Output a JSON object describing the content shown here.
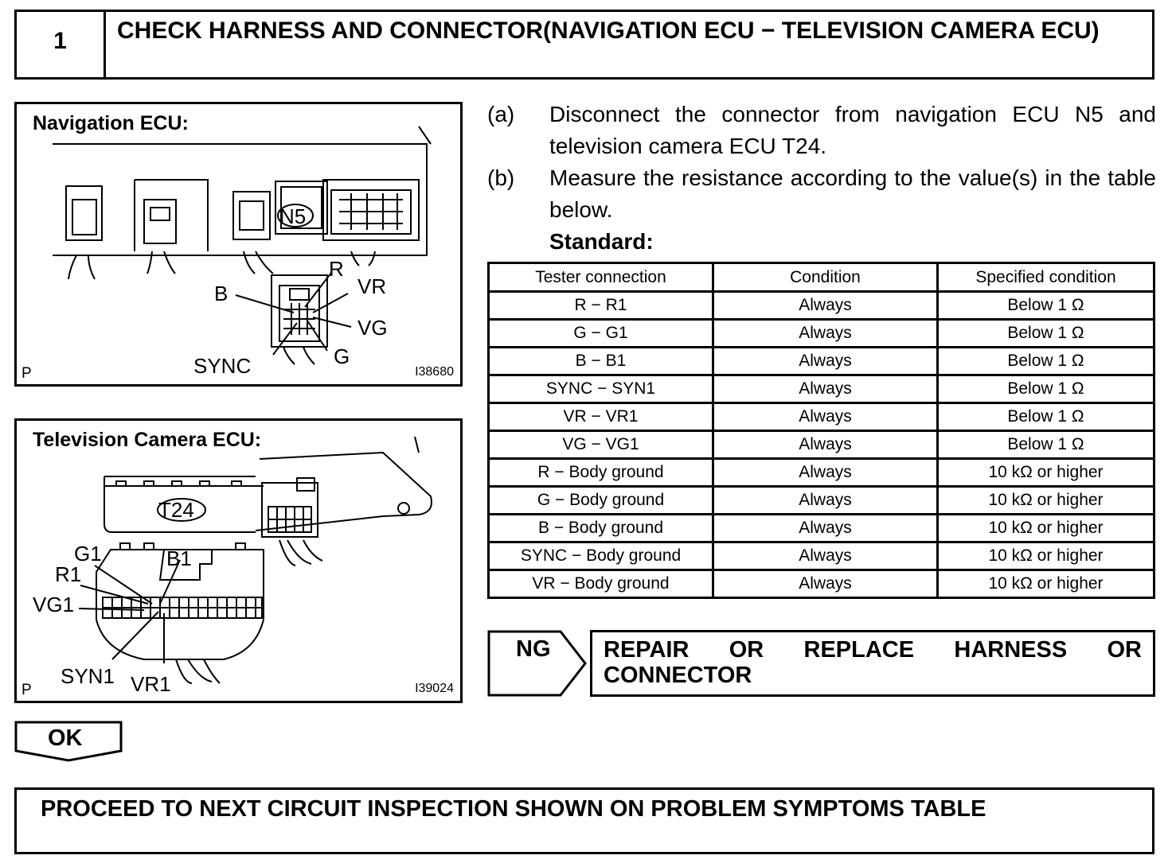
{
  "step": {
    "number": "1",
    "title": "CHECK HARNESS AND CONNECTOR(NAVIGATION ECU − TELEVISION CAMERA ECU)"
  },
  "nav_figure": {
    "title": "Navigation ECU:",
    "connector_id": "N5",
    "pins": [
      "R",
      "VR",
      "B",
      "VG",
      "G",
      "SYNC"
    ],
    "corner_label": "P",
    "figure_code": "I38680"
  },
  "tv_figure": {
    "title": "Television Camera ECU:",
    "connector_id": "T24",
    "pins": [
      "G1",
      "B1",
      "R1",
      "VG1",
      "SYN1",
      "VR1"
    ],
    "corner_label": "P",
    "figure_code": "I39024"
  },
  "instructions": [
    {
      "tag": "(a)",
      "text": "Disconnect the connector from navigation ECU N5 and television camera ECU T24."
    },
    {
      "tag": "(b)",
      "text": "Measure the resistance according to the value(s) in the table below."
    }
  ],
  "standard_label": "Standard:",
  "table": {
    "headers": [
      "Tester connection",
      "Condition",
      "Specified condition"
    ],
    "rows": [
      [
        "R − R1",
        "Always",
        "Below 1 Ω"
      ],
      [
        "G − G1",
        "Always",
        "Below 1 Ω"
      ],
      [
        "B − B1",
        "Always",
        "Below 1 Ω"
      ],
      [
        "SYNC − SYN1",
        "Always",
        "Below 1 Ω"
      ],
      [
        "VR − VR1",
        "Always",
        "Below 1 Ω"
      ],
      [
        "VG − VG1",
        "Always",
        "Below 1 Ω"
      ],
      [
        "R − Body ground",
        "Always",
        "10 kΩ or higher"
      ],
      [
        "G − Body ground",
        "Always",
        "10 kΩ or higher"
      ],
      [
        "B − Body ground",
        "Always",
        "10 kΩ or higher"
      ],
      [
        "SYNC − Body ground",
        "Always",
        "10 kΩ or higher"
      ],
      [
        "VR − Body ground",
        "Always",
        "10 kΩ or higher"
      ]
    ]
  },
  "ng": {
    "label": "NG",
    "action": "REPAIR OR REPLACE HARNESS OR CONNECTOR"
  },
  "ok": {
    "label": "OK"
  },
  "final": {
    "text": "PROCEED TO NEXT CIRCUIT INSPECTION SHOWN ON PROBLEM SYMPTOMS TABLE"
  }
}
